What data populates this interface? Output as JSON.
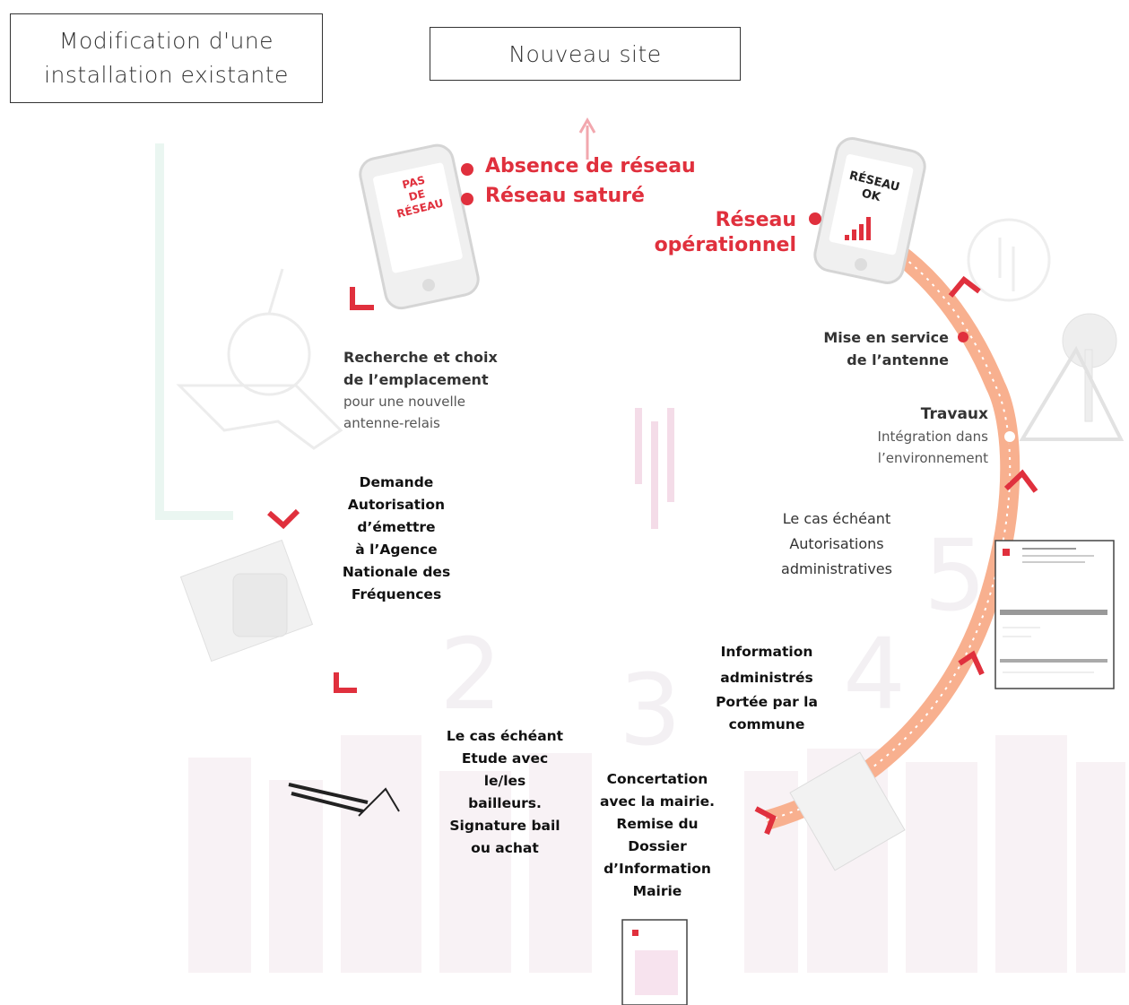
{
  "boxes": {
    "modification": "Modification d'une installation existante",
    "new_site": "Nouveau site"
  },
  "phones": {
    "no_network_label": [
      "PAS",
      "DE",
      "RÉSEAU"
    ],
    "network_ok_label": [
      "RÉSEAU",
      "OK"
    ]
  },
  "problems": {
    "absence": "Absence de réseau",
    "saturated": "Réseau saturé"
  },
  "operational": {
    "line1": "Réseau",
    "line2": "opérationnel"
  },
  "steps": {
    "search": {
      "title_line1": "Recherche et choix",
      "title_line2": "de l’emplacement",
      "desc_line1": "pour une nouvelle",
      "desc_line2": "antenne-relais"
    },
    "anfr": [
      "Demande",
      "Autorisation",
      "d’émettre",
      "à l’Agence",
      "Nationale des",
      "Fréquences"
    ],
    "landlord": [
      "Le cas échéant",
      "Etude avec",
      "le/les",
      "bailleurs.",
      "Signature bail",
      "ou achat"
    ],
    "consultation": [
      "Concertation",
      "avec la mairie.",
      "Remise du",
      "Dossier",
      "d’Information",
      "Mairie"
    ],
    "information": [
      "Information",
      "administrés",
      "Portée par la",
      "commune"
    ],
    "admin_auth": [
      "Le cas échéant",
      "Autorisations",
      "administratives"
    ],
    "works": {
      "title": "Travaux",
      "desc_line1": "Intégration dans",
      "desc_line2": "l’environnement"
    },
    "commissioning": {
      "line1": "Mise en service",
      "line2": "de l’antenne"
    }
  },
  "colors": {
    "accent_red": "#e0303d",
    "orange_path": "#f58a5c"
  }
}
